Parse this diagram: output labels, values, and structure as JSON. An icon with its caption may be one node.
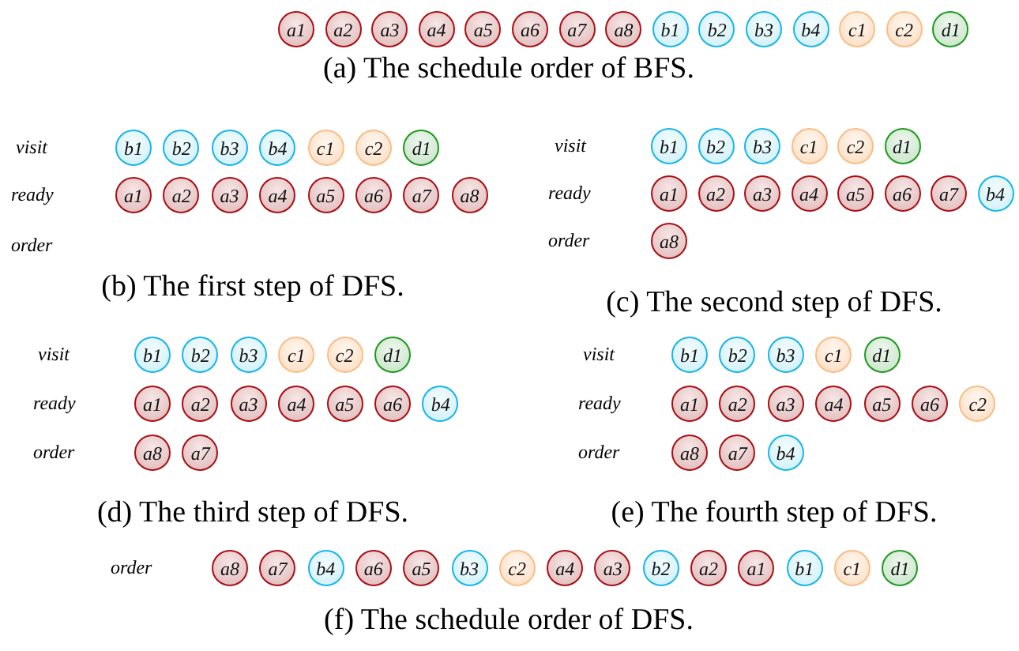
{
  "diagram": {
    "nodes": [
      {
        "text": [
          "a1"
        ]
      },
      {
        "text": [
          "a2"
        ]
      },
      {
        "text": [
          "a3"
        ]
      },
      {
        "text": [
          "a4"
        ]
      },
      {
        "text": [
          "a5"
        ]
      },
      {
        "text": [
          "a6"
        ]
      },
      {
        "text": [
          "a7"
        ]
      },
      {
        "text": [
          "a8"
        ]
      },
      {
        "text": [
          "b1"
        ]
      },
      {
        "text": [
          "b2"
        ]
      },
      {
        "text": [
          "b3"
        ]
      },
      {
        "text": [
          "b4"
        ]
      },
      {
        "text": [
          "c1"
        ]
      },
      {
        "text": [
          "c2"
        ]
      },
      {
        "text": [
          "d1"
        ]
      },
      {
        "text": [
          "b1"
        ]
      },
      {
        "text": [
          "b2"
        ]
      },
      {
        "text": [
          "b3"
        ]
      },
      {
        "text": [
          "b4"
        ]
      },
      {
        "text": [
          "c1"
        ]
      },
      {
        "text": [
          "c2"
        ]
      },
      {
        "text": [
          "d1"
        ]
      },
      {
        "text": [
          "a1"
        ]
      },
      {
        "text": [
          "a2"
        ]
      },
      {
        "text": [
          "a3"
        ]
      },
      {
        "text": [
          "a4"
        ]
      },
      {
        "text": [
          "a5"
        ]
      },
      {
        "text": [
          "a6"
        ]
      },
      {
        "text": [
          "a7"
        ]
      },
      {
        "text": [
          "a8"
        ]
      },
      {
        "text": [
          "b1"
        ]
      },
      {
        "text": [
          "b2"
        ]
      },
      {
        "text": [
          "b3"
        ]
      },
      {
        "text": [
          "c1"
        ]
      },
      {
        "text": [
          "c2"
        ]
      },
      {
        "text": [
          "d1"
        ]
      },
      {
        "text": [
          "a1"
        ]
      },
      {
        "text": [
          "a2"
        ]
      },
      {
        "text": [
          "a3"
        ]
      },
      {
        "text": [
          "a4"
        ]
      },
      {
        "text": [
          "a5"
        ]
      },
      {
        "text": [
          "a6"
        ]
      },
      {
        "text": [
          "a7"
        ]
      },
      {
        "text": [
          "b4"
        ]
      },
      {
        "text": [
          "a8"
        ]
      },
      {
        "text": [
          "b1"
        ]
      },
      {
        "text": [
          "b2"
        ]
      },
      {
        "text": [
          "b3"
        ]
      },
      {
        "text": [
          "c1"
        ]
      },
      {
        "text": [
          "c2"
        ]
      },
      {
        "text": [
          "d1"
        ]
      },
      {
        "text": [
          "a1"
        ]
      },
      {
        "text": [
          "a2"
        ]
      },
      {
        "text": [
          "a3"
        ]
      },
      {
        "text": [
          "a4"
        ]
      },
      {
        "text": [
          "a5"
        ]
      },
      {
        "text": [
          "a6"
        ]
      },
      {
        "text": [
          "b4"
        ]
      },
      {
        "text": [
          "a8"
        ]
      },
      {
        "text": [
          "a7"
        ]
      },
      {
        "text": [
          "b1"
        ]
      },
      {
        "text": [
          "b2"
        ]
      },
      {
        "text": [
          "b3"
        ]
      },
      {
        "text": [
          "c1"
        ]
      },
      {
        "text": [
          "d1"
        ]
      },
      {
        "text": [
          "a1"
        ]
      },
      {
        "text": [
          "a2"
        ]
      },
      {
        "text": [
          "a3"
        ]
      },
      {
        "text": [
          "a4"
        ]
      },
      {
        "text": [
          "a5"
        ]
      },
      {
        "text": [
          "a6"
        ]
      },
      {
        "text": [
          "c2"
        ]
      },
      {
        "text": [
          "a8"
        ]
      },
      {
        "text": [
          "a7"
        ]
      },
      {
        "text": [
          "b4"
        ]
      },
      {
        "text": [
          "a8"
        ]
      },
      {
        "text": [
          "a7"
        ]
      },
      {
        "text": [
          "b4"
        ]
      },
      {
        "text": [
          "a6"
        ]
      },
      {
        "text": [
          "a5"
        ]
      },
      {
        "text": [
          "b3"
        ]
      },
      {
        "text": [
          "c2"
        ]
      },
      {
        "text": [
          "a4"
        ]
      },
      {
        "text": [
          "a3"
        ]
      },
      {
        "text": [
          "b2"
        ]
      },
      {
        "text": [
          "a2"
        ]
      },
      {
        "text": [
          "a1"
        ]
      },
      {
        "text": [
          "b1"
        ]
      },
      {
        "text": [
          "c1"
        ]
      },
      {
        "text": [
          "d1"
        ]
      }
    ],
    "labels": [
      "(a) The schedule order of BFS.",
      "visit",
      "ready",
      "order",
      "(b) The first step of DFS.",
      "visit",
      "ready",
      "order",
      "(c) The second step of DFS.",
      "visit",
      "ready",
      "order",
      "(d) The third step of DFS.",
      "visit",
      "ready",
      "order",
      "(e) The fourth step of DFS.",
      "order",
      "(f) The schedule order of DFS."
    ]
  }
}
